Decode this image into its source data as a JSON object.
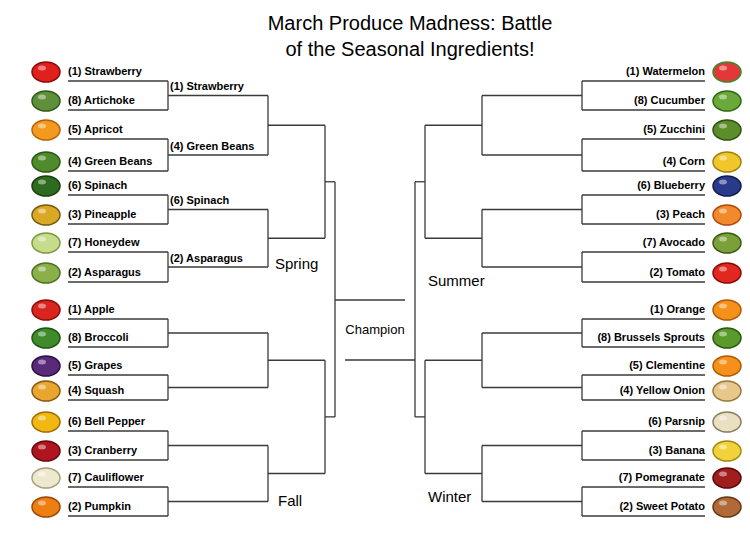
{
  "diagram": {
    "title": "March Produce Madness: Battle of the Seasonal Ingredients!",
    "labels": [
      "(1) Strawberry",
      "(8) Artichoke",
      "(5) Apricot",
      "(4) Green Beans",
      "(6) Spinach",
      "(3) Pineapple",
      "(7) Honeydew",
      "(2) Asparagus",
      "(1) Apple",
      "(8) Broccoli",
      "(5) Grapes",
      "(4) Squash",
      "(6) Bell Pepper",
      "(3) Cranberry",
      "(7) Cauliflower",
      "(2) Pumpkin",
      "(1) Strawberry",
      "(4) Green Beans",
      "(6) Spinach",
      "(2) Asparagus",
      "Spring",
      "Fall",
      "Champion",
      "Summer",
      "Winter",
      "(1) Watermelon",
      "(8) Cucumber",
      "(5) Zucchini",
      "(4) Corn",
      "(6) Blueberry",
      "(3) Peach",
      "(7) Avocado",
      "(2) Tomato",
      "(1) Orange",
      "(8) Brussels Sprouts",
      "(5) Clementine",
      "(4) Yellow Onion",
      "(6) Parsnip",
      "(3) Banana",
      "(7) Pomegranate",
      "(2) Sweet Potato"
    ]
  }
}
